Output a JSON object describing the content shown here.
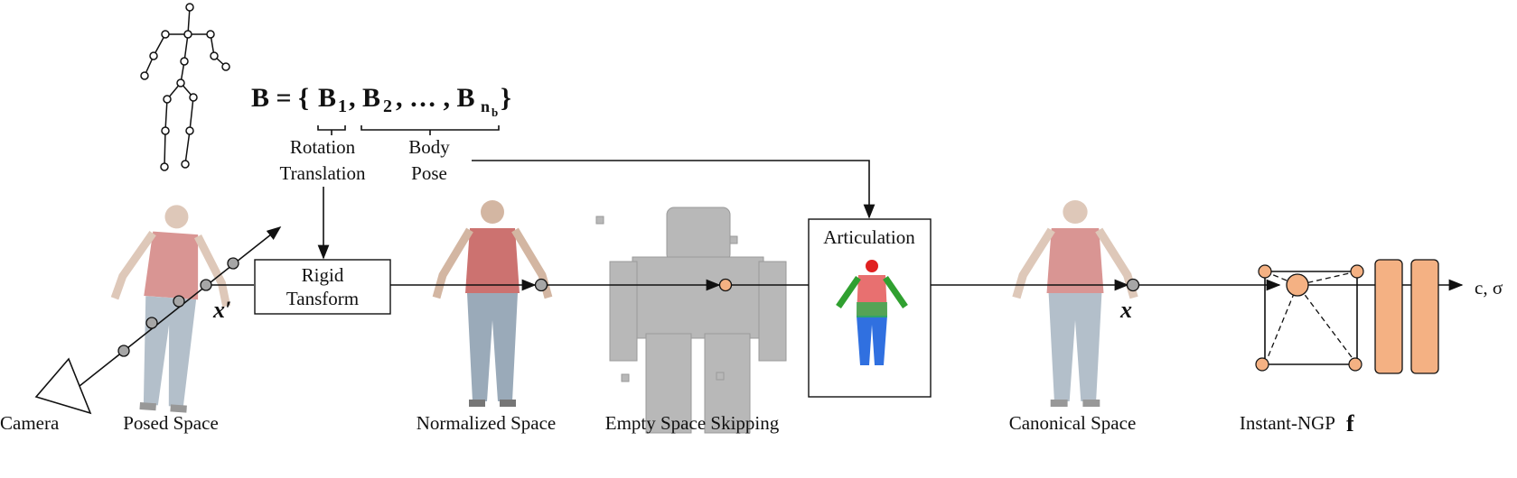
{
  "formula": {
    "lhs": "B = {",
    "b1": "B",
    "b1_sub": "1",
    "b2": ", B",
    "b2_sub": "2",
    "dots": ", … , B",
    "bn_sub": "n",
    "bn_subsub": "b",
    "close": "}"
  },
  "annotations": {
    "rotation": "Rotation",
    "translation": "Translation",
    "body": "Body",
    "pose": "Pose"
  },
  "boxes": {
    "rigid_line1": "Rigid",
    "rigid_line2": "Tansform",
    "articulation": "Articulation"
  },
  "points": {
    "x_prime": "x′",
    "x": "x"
  },
  "output": "c, σ",
  "captions": {
    "camera": "Camera",
    "posed": "Posed Space",
    "normalized": "Normalized Space",
    "empty": "Empty Space Skipping",
    "canonical": "Canonical Space",
    "ngp": "Instant-NGP",
    "ngp_f": "f"
  },
  "colors": {
    "node_orange": "#f4b183",
    "mlp_orange": "#f4b183",
    "node_gray": "#a6a6a6",
    "shirt": "#c0504d"
  }
}
